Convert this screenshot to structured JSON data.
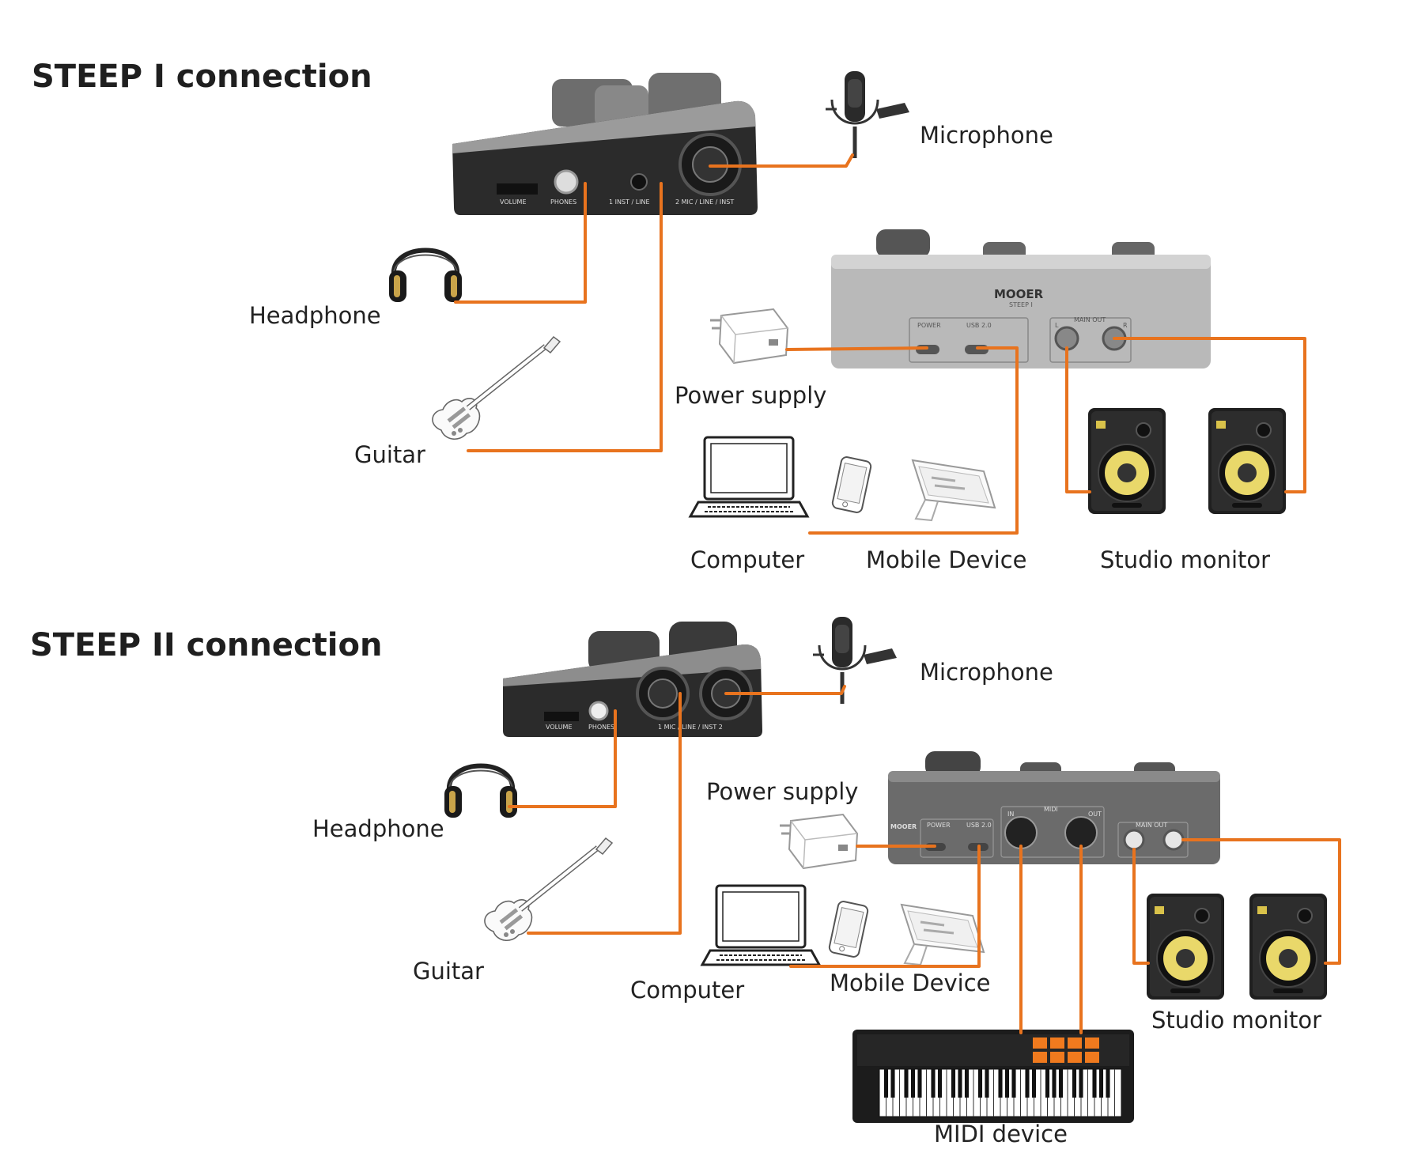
{
  "section1": {
    "title": "STEEP I connection",
    "device_brand": "MOOER",
    "device_model": "STEEP I",
    "front_labels": {
      "volume": "VOLUME",
      "phones": "PHONES",
      "inst": "1  INST / LINE",
      "mic": "2  MIC / LINE / INST"
    },
    "rear_labels": {
      "power": "POWER",
      "usb": "USB 2.0",
      "main_out": "MAIN OUT",
      "left": "L",
      "right": "R"
    },
    "labels": {
      "microphone": "Microphone",
      "headphone": "Headphone",
      "guitar": "Guitar",
      "power_supply": "Power supply",
      "computer": "Computer",
      "mobile_device": "Mobile Device",
      "studio_monitor": "Studio monitor"
    }
  },
  "section2": {
    "title": "STEEP II connection",
    "device_brand": "MOOER",
    "front_labels": {
      "volume": "VOLUME",
      "phones": "PHONES",
      "inputs": "1  MIC / LINE / INST  2"
    },
    "rear_labels": {
      "power": "POWER",
      "usb": "USB 2.0",
      "midi": "MIDI",
      "midi_in": "IN",
      "midi_out": "OUT",
      "main_out": "MAIN OUT"
    },
    "labels": {
      "microphone": "Microphone",
      "headphone": "Headphone",
      "guitar": "Guitar",
      "power_supply": "Power supply",
      "computer": "Computer",
      "mobile_device": "Mobile Device",
      "studio_monitor": "Studio monitor",
      "midi_device": "MIDI device"
    }
  },
  "colors": {
    "cable": "#e8731e",
    "device_dark": "#2b2b2b",
    "device_grey": "#b9b9b9",
    "speaker_cone": "#e9d86a"
  }
}
